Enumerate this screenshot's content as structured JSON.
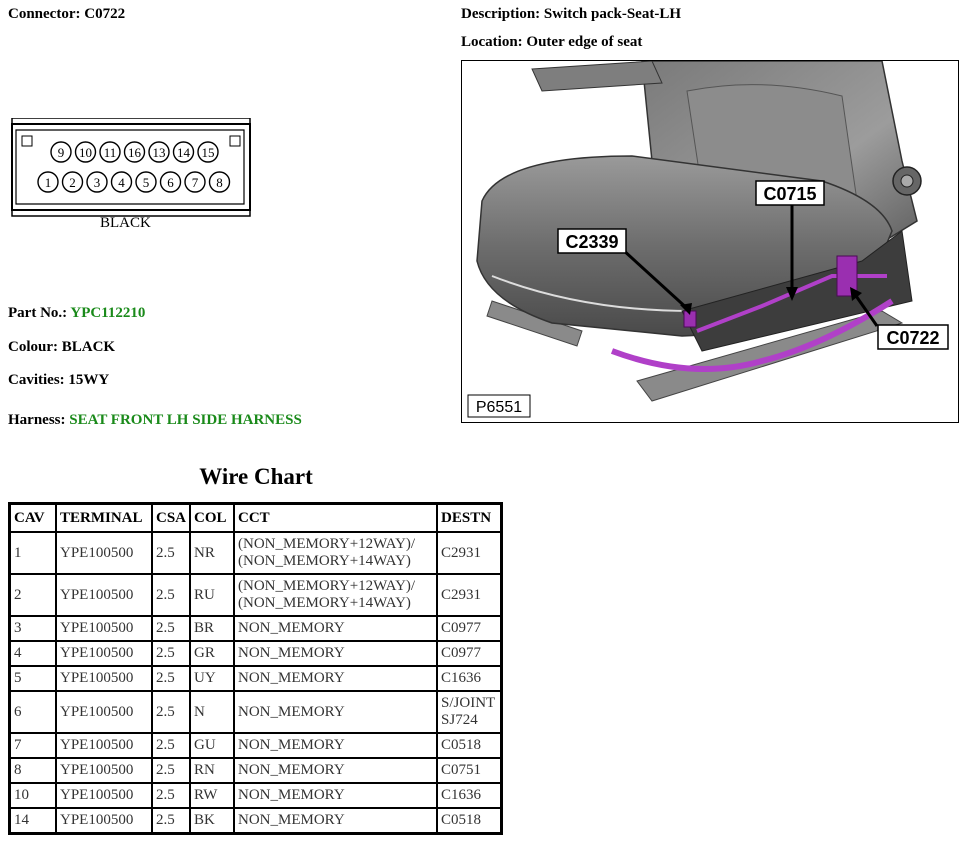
{
  "connector": {
    "label": "Connector:",
    "value": "C0722"
  },
  "description": {
    "label": "Description:",
    "value": "Switch pack-Seat-LH"
  },
  "location": {
    "label": "Location:",
    "value": "Outer edge of seat"
  },
  "connector_diagram": {
    "top_row_pins": [
      "9",
      "10",
      "11",
      "16",
      "13",
      "14",
      "15"
    ],
    "bottom_row_pins": [
      "1",
      "2",
      "3",
      "4",
      "5",
      "6",
      "7",
      "8"
    ],
    "color_label": "BLACK"
  },
  "part_no": {
    "label": "Part No.:",
    "value": "YPC112210"
  },
  "colour": {
    "label": "Colour:",
    "value": "BLACK"
  },
  "cavities": {
    "label": "Cavities:",
    "value": "15WY"
  },
  "harness": {
    "label": "Harness:",
    "value": "SEAT FRONT LH SIDE HARNESS"
  },
  "photo": {
    "callouts": [
      "C0715",
      "C2339",
      "C0722"
    ],
    "ref": "P6551"
  },
  "wire_chart": {
    "title": "Wire Chart",
    "headers": [
      "CAV",
      "TERMINAL",
      "CSA",
      "COL",
      "CCT",
      "DESTN"
    ],
    "rows": [
      {
        "cav": "1",
        "terminal": "YPE100500",
        "csa": "2.5",
        "col": "NR",
        "cct": [
          "(NON_MEMORY+12WAY)/",
          "(NON_MEMORY+14WAY)"
        ],
        "destn": [
          "C2931"
        ]
      },
      {
        "cav": "2",
        "terminal": "YPE100500",
        "csa": "2.5",
        "col": "RU",
        "cct": [
          "(NON_MEMORY+12WAY)/",
          "(NON_MEMORY+14WAY)"
        ],
        "destn": [
          "C2931"
        ]
      },
      {
        "cav": "3",
        "terminal": "YPE100500",
        "csa": "2.5",
        "col": "BR",
        "cct": [
          "NON_MEMORY"
        ],
        "destn": [
          "C0977"
        ]
      },
      {
        "cav": "4",
        "terminal": "YPE100500",
        "csa": "2.5",
        "col": "GR",
        "cct": [
          "NON_MEMORY"
        ],
        "destn": [
          "C0977"
        ]
      },
      {
        "cav": "5",
        "terminal": "YPE100500",
        "csa": "2.5",
        "col": "UY",
        "cct": [
          "NON_MEMORY"
        ],
        "destn": [
          "C1636"
        ]
      },
      {
        "cav": "6",
        "terminal": "YPE100500",
        "csa": "2.5",
        "col": "N",
        "cct": [
          "NON_MEMORY"
        ],
        "destn": [
          "S/JOINT",
          "SJ724"
        ]
      },
      {
        "cav": "7",
        "terminal": "YPE100500",
        "csa": "2.5",
        "col": "GU",
        "cct": [
          "NON_MEMORY"
        ],
        "destn": [
          "C0518"
        ]
      },
      {
        "cav": "8",
        "terminal": "YPE100500",
        "csa": "2.5",
        "col": "RN",
        "cct": [
          "NON_MEMORY"
        ],
        "destn": [
          "C0751"
        ]
      },
      {
        "cav": "10",
        "terminal": "YPE100500",
        "csa": "2.5",
        "col": "RW",
        "cct": [
          "NON_MEMORY"
        ],
        "destn": [
          "C1636"
        ]
      },
      {
        "cav": "14",
        "terminal": "YPE100500",
        "csa": "2.5",
        "col": "BK",
        "cct": [
          "NON_MEMORY"
        ],
        "destn": [
          "C0518"
        ]
      }
    ]
  }
}
